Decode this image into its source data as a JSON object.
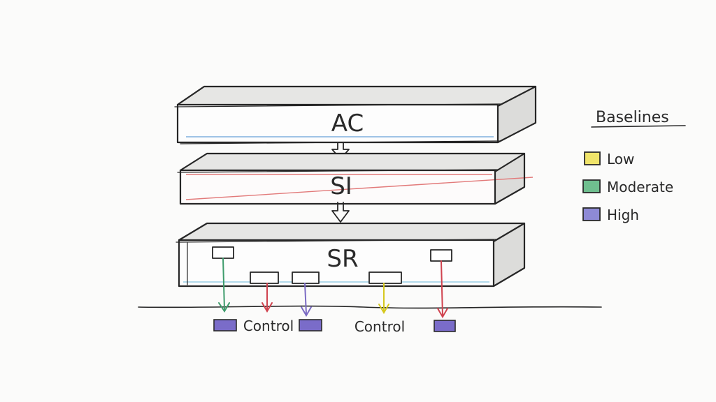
{
  "layers": [
    {
      "label": "AC",
      "tint": "#9fc3e6"
    },
    {
      "label": "SI",
      "tint": "#e27a7a"
    },
    {
      "label": "SR",
      "tint": "#a8d5e8"
    }
  ],
  "control_labels": [
    "Control",
    "Control"
  ],
  "legend": {
    "title": "Baselines",
    "items": [
      {
        "label": "Low",
        "color": "#f0e46a"
      },
      {
        "label": "Moderate",
        "color": "#6fbf8f"
      },
      {
        "label": "High",
        "color": "#8e8ad6"
      }
    ]
  },
  "colors": {
    "green": "#3e9c6c",
    "red": "#d0434f",
    "purple": "#7b6bc4",
    "yellow": "#d6c81e",
    "box_purple": "#7a6cc9"
  }
}
